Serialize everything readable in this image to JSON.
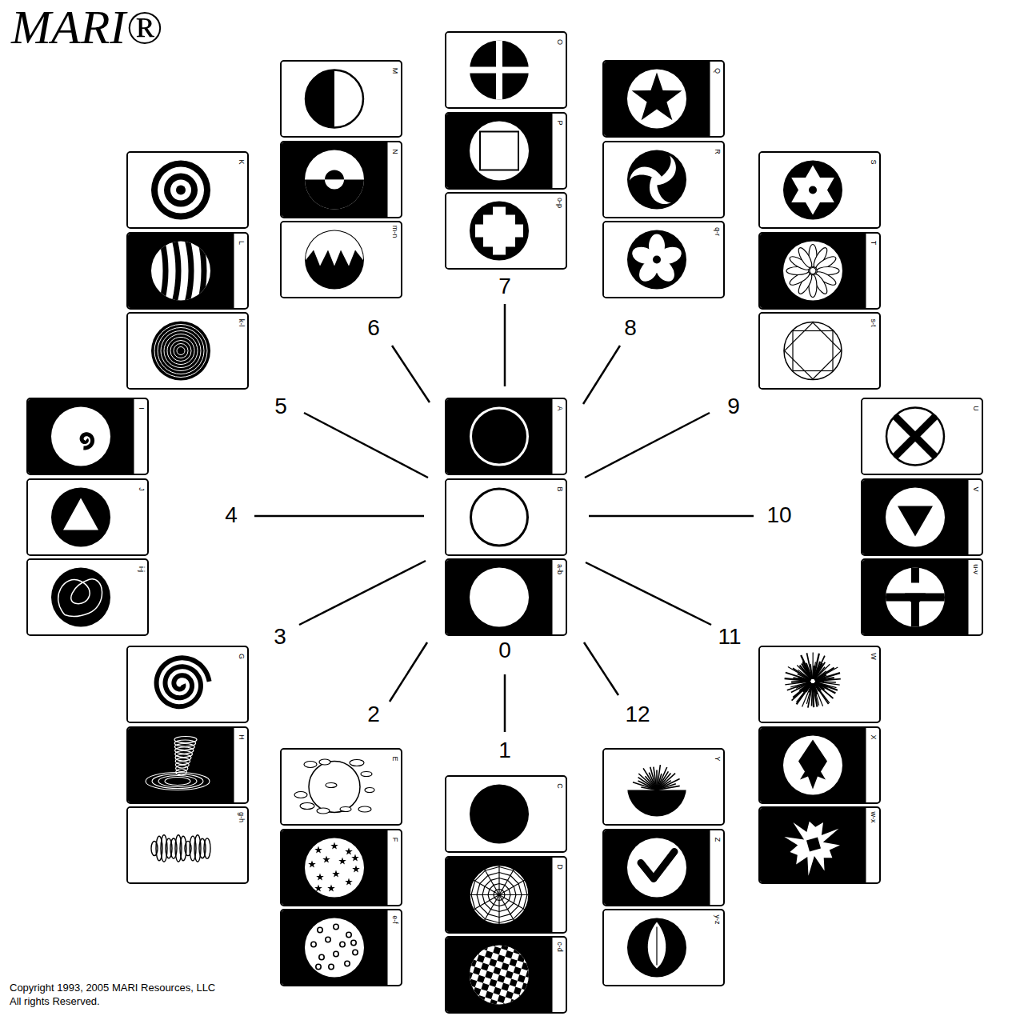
{
  "diagram": {
    "title": "MARI®",
    "nodes": [
      {
        "text": [
          "A"
        ]
      },
      {
        "text": [
          "B"
        ]
      },
      {
        "text": [
          "a-b"
        ]
      },
      {
        "text": [
          "C"
        ]
      },
      {
        "text": [
          "D"
        ]
      },
      {
        "text": [
          "c-d"
        ]
      },
      {
        "text": [
          "E"
        ]
      },
      {
        "text": [
          "F"
        ]
      },
      {
        "text": [
          "e-f"
        ]
      },
      {
        "text": [
          "G"
        ]
      },
      {
        "text": [
          "H"
        ]
      },
      {
        "text": [
          "g-h"
        ]
      },
      {
        "text": [
          "I"
        ]
      },
      {
        "text": [
          "J"
        ]
      },
      {
        "text": [
          "i-j"
        ]
      },
      {
        "text": [
          "K"
        ]
      },
      {
        "text": [
          "L"
        ]
      },
      {
        "text": [
          "k-l"
        ]
      },
      {
        "text": [
          "M"
        ]
      },
      {
        "text": [
          "N"
        ]
      },
      {
        "text": [
          "m-n"
        ]
      },
      {
        "text": [
          "O"
        ]
      },
      {
        "text": [
          "P"
        ]
      },
      {
        "text": [
          "o-p"
        ]
      },
      {
        "text": [
          "Q"
        ]
      },
      {
        "text": [
          "R"
        ]
      },
      {
        "text": [
          "q-r"
        ]
      },
      {
        "text": [
          "S"
        ]
      },
      {
        "text": [
          "T"
        ]
      },
      {
        "text": [
          "s-t"
        ]
      },
      {
        "text": [
          "U"
        ]
      },
      {
        "text": [
          "V"
        ]
      },
      {
        "text": [
          "u-v"
        ]
      },
      {
        "text": [
          "W"
        ]
      },
      {
        "text": [
          "X"
        ]
      },
      {
        "text": [
          "w-x"
        ]
      },
      {
        "text": [
          "Y"
        ]
      },
      {
        "text": [
          "Z"
        ]
      },
      {
        "text": [
          "y-z"
        ]
      }
    ],
    "labels": [
      "0",
      "1",
      "2",
      "3",
      "4",
      "5",
      "6",
      "7",
      "8",
      "9",
      "10",
      "11",
      "12",
      "Copyright 1993, 2005 MARI Resources, LLC",
      "All rights Reserved."
    ]
  }
}
